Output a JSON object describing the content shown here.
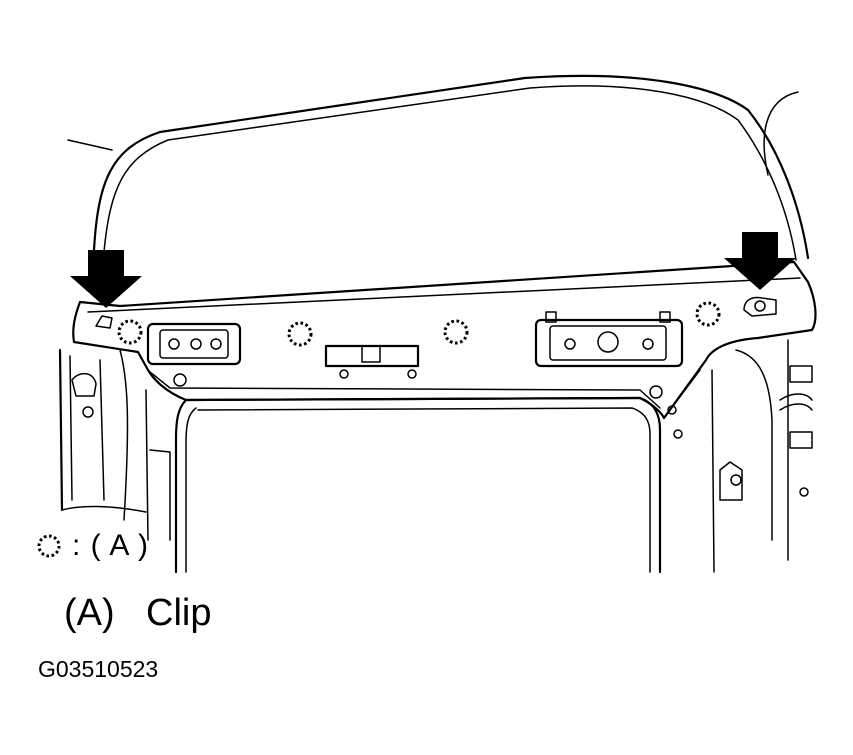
{
  "legend": {
    "symbol": "dotted-circle-clip-symbol",
    "text": ": ( A )"
  },
  "caption": {
    "key": "(A)",
    "label": "Clip"
  },
  "figure_id": "G03510523",
  "colors": {
    "line": "#000000",
    "background": "#ffffff"
  }
}
